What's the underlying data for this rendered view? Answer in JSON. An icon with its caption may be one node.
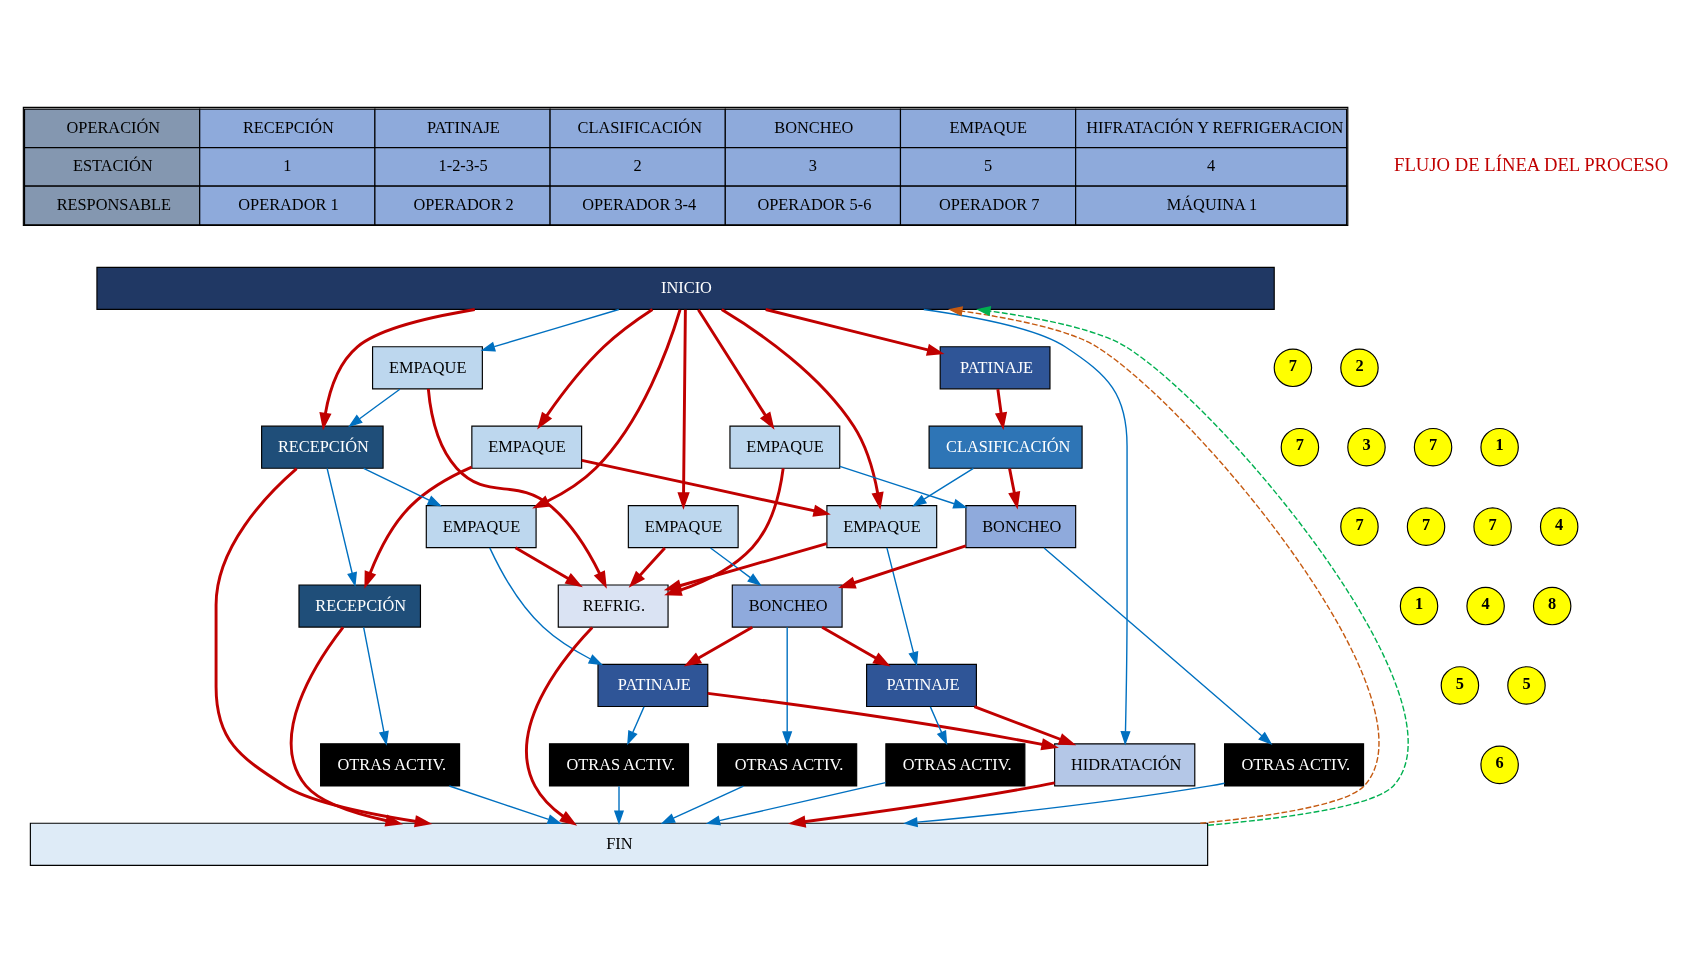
{
  "diagram": {
    "nodes": [
      {
        "text": [
          "INICIO"
        ]
      },
      {
        "text": [
          "EMPAQUE"
        ]
      },
      {
        "text": [
          "EMPAQUE"
        ]
      },
      {
        "text": [
          "PATINAJE"
        ]
      },
      {
        "text": [
          "CLASIFICACIÓN"
        ]
      },
      {
        "text": [
          "EMPAQUE"
        ]
      },
      {
        "text": [
          "EMPAQUE"
        ]
      },
      {
        "text": [
          "RECEPCIÓN"
        ]
      },
      {
        "text": [
          "RECEPCIÓN"
        ]
      },
      {
        "text": [
          "EMPAQUE"
        ]
      },
      {
        "text": [
          "EMPAQUE"
        ]
      },
      {
        "text": [
          "BONCHEO"
        ]
      },
      {
        "text": [
          "BONCHEO"
        ]
      },
      {
        "text": [
          "PATINAJE"
        ]
      },
      {
        "text": [
          "PATINAJE"
        ]
      },
      {
        "text": [
          "HIDRATACIÓN"
        ]
      },
      {
        "text": [
          "REFRIG."
        ]
      },
      {
        "text": [
          "OTRAS ACTIV."
        ]
      },
      {
        "text": [
          "OTRAS ACTIV."
        ]
      },
      {
        "text": [
          "OTRAS ACTIV."
        ]
      },
      {
        "text": [
          "OTRAS ACTIV."
        ]
      },
      {
        "text": [
          "OTRAS ACTIV."
        ]
      },
      {
        "text": [
          "FIN"
        ]
      },
      {
        "text": [
          "7"
        ]
      },
      {
        "text": [
          "7"
        ]
      },
      {
        "text": [
          "2"
        ]
      },
      {
        "text": [
          "3"
        ]
      },
      {
        "text": [
          "7"
        ]
      },
      {
        "text": [
          "7"
        ]
      },
      {
        "text": [
          "1"
        ]
      },
      {
        "text": [
          "1"
        ]
      },
      {
        "text": [
          "7"
        ]
      },
      {
        "text": [
          "7"
        ]
      },
      {
        "text": [
          "4"
        ]
      },
      {
        "text": [
          "4"
        ]
      },
      {
        "text": [
          "5"
        ]
      },
      {
        "text": [
          "5"
        ]
      },
      {
        "text": [
          "6"
        ]
      },
      {
        "text": [
          "8"
        ]
      }
    ],
    "edges": [
      {
        "from": 0,
        "to": 7,
        "arrow": "to"
      },
      {
        "from": 0,
        "to": 9,
        "arrow": "to"
      },
      {
        "from": 0,
        "to": 2,
        "arrow": "to"
      },
      {
        "from": 0,
        "to": 10,
        "arrow": "to"
      },
      {
        "from": 0,
        "to": 3,
        "arrow": "to"
      },
      {
        "from": 0,
        "to": 5,
        "arrow": "to"
      },
      {
        "from": 0,
        "to": 6,
        "arrow": "to"
      },
      {
        "from": 0,
        "to": 1,
        "arrow": "to",
        "color": "#0070c0"
      },
      {
        "from": 0,
        "to": 15,
        "arrow": "to",
        "color": "#0070c0"
      },
      {
        "from": 1,
        "to": 16,
        "arrow": "to"
      },
      {
        "from": 2,
        "to": 10,
        "arrow": "to"
      },
      {
        "from": 2,
        "to": 8,
        "arrow": "to"
      },
      {
        "from": 3,
        "to": 4,
        "arrow": "to"
      },
      {
        "from": 4,
        "to": 11,
        "arrow": "to"
      },
      {
        "from": 7,
        "to": 22,
        "arrow": "to"
      },
      {
        "from": 9,
        "to": 16,
        "arrow": "to"
      },
      {
        "from": 8,
        "to": 22,
        "arrow": "to"
      },
      {
        "from": 10,
        "to": 16,
        "arrow": "to"
      },
      {
        "from": 11,
        "to": 12,
        "arrow": "to"
      },
      {
        "from": 12,
        "to": 13,
        "arrow": "to"
      },
      {
        "from": 12,
        "to": 14,
        "arrow": "to"
      },
      {
        "from": 13,
        "to": 15,
        "arrow": "to"
      },
      {
        "from": 14,
        "to": 15,
        "arrow": "to"
      },
      {
        "from": 5,
        "to": 16,
        "arrow": "to"
      },
      {
        "from": 6,
        "to": 16,
        "arrow": "to"
      },
      {
        "from": 16,
        "to": 22,
        "arrow": "to"
      },
      {
        "from": 15,
        "to": 22,
        "arrow": "to"
      },
      {
        "from": 1,
        "to": 7,
        "arrow": "to",
        "color": "#0070c0"
      },
      {
        "from": 7,
        "to": 8,
        "arrow": "to",
        "color": "#0070c0"
      },
      {
        "from": 7,
        "to": 9,
        "arrow": "to",
        "color": "#0070c0"
      },
      {
        "from": 9,
        "to": 13,
        "arrow": "to",
        "color": "#0070c0"
      },
      {
        "from": 4,
        "to": 10,
        "arrow": "to",
        "color": "#0070c0"
      },
      {
        "from": 10,
        "to": 14,
        "arrow": "to",
        "color": "#0070c0"
      },
      {
        "from": 5,
        "to": 11,
        "arrow": "to",
        "color": "#0070c0"
      },
      {
        "from": 6,
        "to": 12,
        "arrow": "to",
        "color": "#0070c0"
      },
      {
        "from": 13,
        "to": 17,
        "arrow": "to",
        "color": "#0070c0"
      },
      {
        "from": 8,
        "to": 18,
        "arrow": "to",
        "color": "#0070c0"
      },
      {
        "from": 14,
        "to": 19,
        "arrow": "to",
        "color": "#0070c0"
      },
      {
        "from": 11,
        "to": 20,
        "arrow": "to",
        "color": "#0070c0"
      },
      {
        "from": 12,
        "to": 21,
        "arrow": "to",
        "color": "#0070c0"
      },
      {
        "from": 17,
        "to": 22,
        "arrow": "to",
        "color": "#0070c0"
      },
      {
        "from": 18,
        "to": 22,
        "arrow": "to",
        "color": "#0070c0"
      },
      {
        "from": 19,
        "to": 22,
        "arrow": "to",
        "color": "#0070c0"
      },
      {
        "from": 20,
        "to": 22,
        "arrow": "to",
        "color": "#0070c0"
      },
      {
        "from": 21,
        "to": 22,
        "arrow": "to",
        "color": "#0070c0"
      },
      {
        "from": 22,
        "to": 0,
        "arrow": "to",
        "style": "dashed",
        "color": "#c55a11"
      },
      {
        "from": 22,
        "to": 0,
        "arrow": "to",
        "style": "dashed",
        "color": "#00b050"
      }
    ],
    "labels": [
      "OPERACIÓN",
      "RECEPCIÓN",
      "PATINAJE",
      "CLASIFICACIÓN",
      "BONCHEO",
      "EMPAQUE",
      "HIFRATACIÓN Y REFRIGERACION",
      "ESTACIÓN",
      "1",
      "1-2-3-5",
      "2",
      "3",
      "5",
      "4",
      "RESPONSABLE",
      "OPERADOR 1",
      "OPERADOR 2",
      "OPERADOR 3-4",
      "OPERADOR 5-6",
      "OPERADOR 7",
      "MÁQUINA 1",
      "FLUJO DE LÍNEA DEL PROCESO"
    ]
  }
}
